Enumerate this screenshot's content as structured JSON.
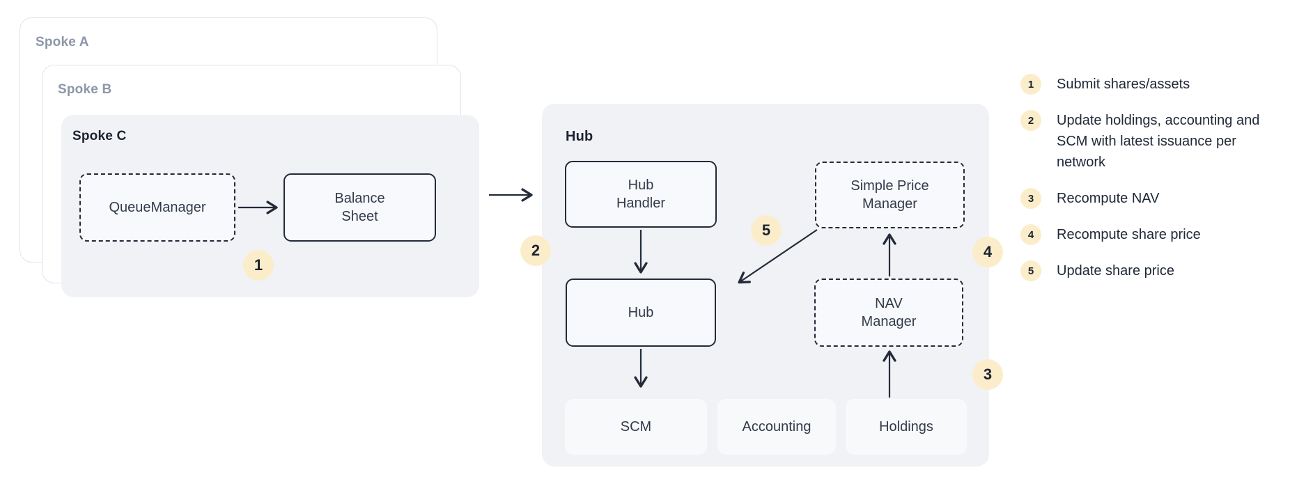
{
  "spokes": [
    {
      "label": "Spoke A"
    },
    {
      "label": "Spoke B"
    },
    {
      "label": "Spoke C"
    }
  ],
  "spoke_c": {
    "queue_manager": "QueueManager",
    "balance_sheet": "Balance Sheet"
  },
  "hub": {
    "label": "Hub",
    "hub_handler": "Hub Handler",
    "hub_box": "Hub",
    "simple_price_manager": "Simple Price Manager",
    "nav_manager": "NAV Manager",
    "scm": "SCM",
    "accounting": "Accounting",
    "holdings": "Holdings"
  },
  "legend": {
    "items": [
      {
        "num": "1",
        "text": "Submit shares/assets"
      },
      {
        "num": "2",
        "text": "Update holdings, accounting and SCM with latest issuance per network"
      },
      {
        "num": "3",
        "text": "Recompute NAV"
      },
      {
        "num": "4",
        "text": "Recompute share price"
      },
      {
        "num": "5",
        "text": "Update share price"
      }
    ]
  },
  "colors": {
    "badge_bg": "#fcedca",
    "badge_text": "#1a2230",
    "panel_bg": "#f1f2f6",
    "node_bg": "#f8f9fc",
    "plain_box_bg": "#f8f9fb",
    "stroke_dark": "#232b39",
    "card_border": "#dfe3ed",
    "muted_label": "#8d96a9",
    "dark_label": "#1c2330",
    "node_text": "#323b4b",
    "legend_text": "#202938"
  }
}
